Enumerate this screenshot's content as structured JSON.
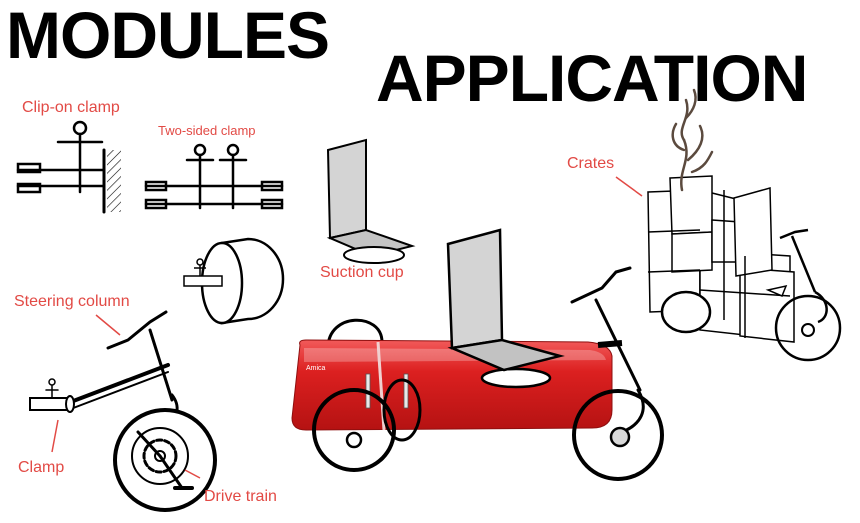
{
  "headings": {
    "modules": "MODULES",
    "application": "APPLICATION"
  },
  "labels": {
    "clip_on_clamp": "Clip-on clamp",
    "two_sided_clamp": "Two-sided clamp",
    "suction_cup": "Suction cup",
    "steering_column": "Steering column",
    "clamp": "Clamp",
    "drive_train": "Drive train",
    "crates": "Crates",
    "fridge_brand": "Amica"
  },
  "colors": {
    "label_red": "#e24a45",
    "fridge_red": "#d81e1e",
    "ink": "#000000",
    "seat_grey": "#d4d4d4"
  }
}
